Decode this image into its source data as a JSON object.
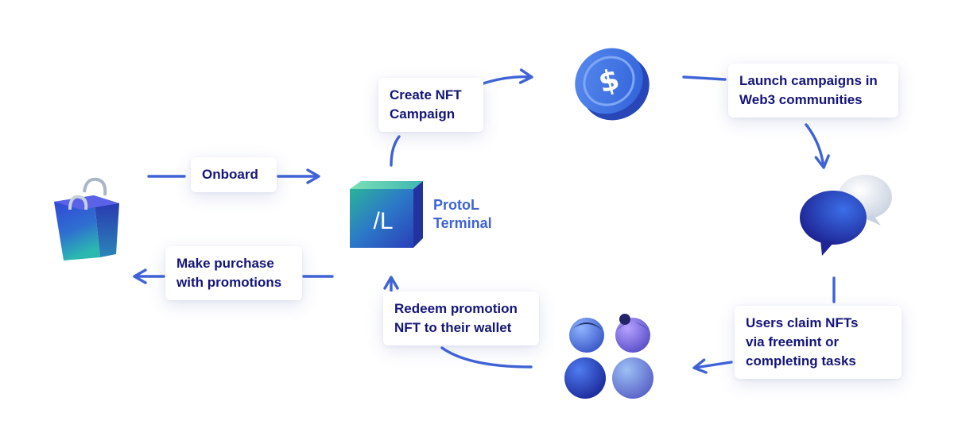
{
  "diagram": {
    "terminal_label": "ProtoL\nTerminal",
    "cube_logo_text": "/L",
    "coin_symbol": "$",
    "steps": [
      {
        "id": "onboard",
        "text": "Onboard"
      },
      {
        "id": "create_campaign",
        "text": "Create NFT\nCampaign"
      },
      {
        "id": "launch_campaigns",
        "text": "Launch campaigns in\nWeb3 communities"
      },
      {
        "id": "users_claim",
        "text": "Users claim NFTs\nvia freemint or\ncompleting tasks"
      },
      {
        "id": "redeem",
        "text": "Redeem promotion\nNFT to their wallet"
      },
      {
        "id": "purchase",
        "text": "Make purchase\nwith promotions"
      }
    ],
    "icons": [
      "shopping-bag-icon",
      "protol-cube-icon",
      "dollar-coin-icon",
      "chat-bubbles-icon",
      "users-group-icon"
    ]
  },
  "colors": {
    "arrow": "#3f63d6",
    "label_text": "#14157a",
    "brand_blue": "#3f63d6"
  }
}
